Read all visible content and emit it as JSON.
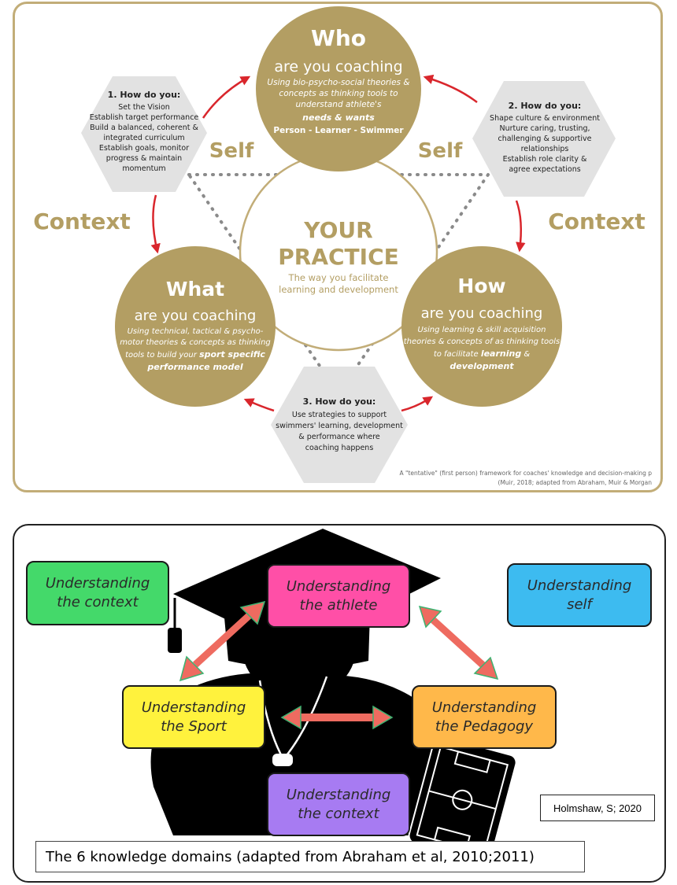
{
  "framework": {
    "center": {
      "title_line1": "YOUR",
      "title_line2": "PRACTICE",
      "sub_line1": "The way you facilitate",
      "sub_line2": "learning and development"
    },
    "who": {
      "title": "Who",
      "subtitle": "are you coaching",
      "lines": [
        "Using bio-psycho-social theories &",
        "concepts as thinking tools to",
        "understand athlete's"
      ],
      "bold_line1": "needs & wants",
      "bold_line2": "Person - Learner - Swimmer"
    },
    "what": {
      "title": "What",
      "subtitle": "are you coaching",
      "lines": [
        "Using technical, tactical & psycho-",
        "motor theories & concepts as thinking"
      ],
      "line3_plain": "tools to build your ",
      "line3_bold": "sport specific",
      "bold_line": "performance model"
    },
    "how": {
      "title": "How",
      "subtitle": "are you coaching",
      "lines": [
        "Using learning & skill acquisition",
        "theories & concepts of as thinking tools"
      ],
      "line3_plain": "to facilitate ",
      "line3_bold": "learning",
      "line3_end": " &",
      "bold_line": "development"
    },
    "hex1": {
      "title": "1. How do you:",
      "lines": [
        "Set the Vision",
        "Establish target performance",
        "Build a balanced, coherent &",
        "integrated curriculum",
        "Establish goals, monitor",
        "progress & maintain",
        "momentum"
      ]
    },
    "hex2": {
      "title": "2. How do you:",
      "lines": [
        "Shape culture & environment",
        "Nurture caring, trusting,",
        "challenging & supportive",
        "relationships",
        "Establish role clarity &",
        "agree expectations"
      ]
    },
    "hex3": {
      "title": "3. How do you:",
      "lines": [
        "Use strategies to support",
        "swimmers' learning, development",
        "& performance where",
        "coaching happens"
      ]
    },
    "labels": {
      "self": "Self",
      "context": "Context"
    },
    "footnote_line1": "A \"tentative\" (first person) framework for coaches' knowledge and decision-making p",
    "footnote_line2": "(Muir, 2018; adapted from Abraham, Muir & Morgan"
  },
  "domains": {
    "context_top": {
      "line1": "Understanding",
      "line2": "the context"
    },
    "athlete": {
      "line1": "Understanding",
      "line2": "the athlete"
    },
    "self": {
      "line1": "Understanding",
      "line2": "self"
    },
    "sport": {
      "line1": "Understanding",
      "line2": "the Sport"
    },
    "pedagogy": {
      "line1": "Understanding",
      "line2": "the Pedagogy"
    },
    "context_bottom": {
      "line1": "Understanding",
      "line2": "the context"
    },
    "credit": "Holmshaw, S; 2020",
    "caption": "The 6 knowledge domains (adapted from Abraham et al, 2010;2011)"
  },
  "colors": {
    "gold": "#b39e63",
    "hex_grey": "#e2e2e2",
    "arrow_red": "#d9262c",
    "green": "#44d96a",
    "pink": "#ff4fa7",
    "blue": "#3dbbf0",
    "yellow": "#fff23d",
    "orange": "#ffb84a",
    "purple": "#a77bf2",
    "salmon": "#ee6b60"
  }
}
